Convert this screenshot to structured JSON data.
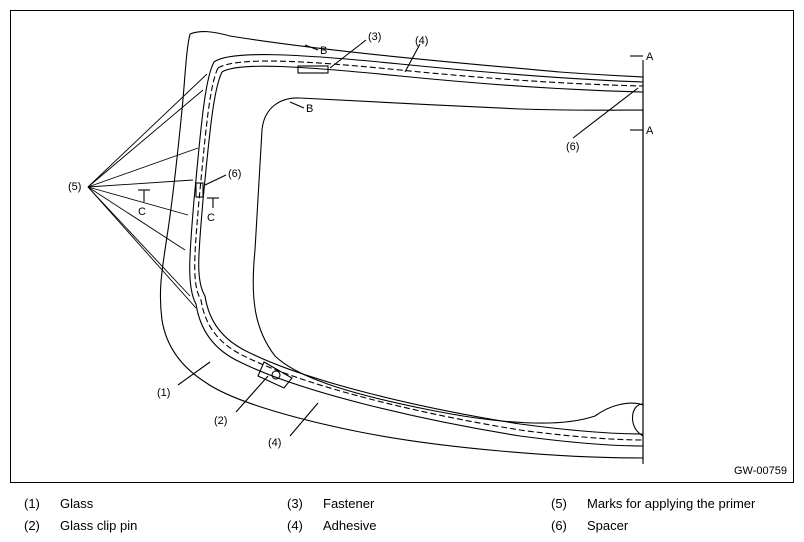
{
  "figure_code": "GW-00759",
  "callouts": {
    "glass": "(1)",
    "glass_clip_pin": "(2)",
    "fastener": "(3)",
    "adhesive_top": "(4)",
    "adhesive_bottom": "(4)",
    "primer_marks": "(5)",
    "spacer": "(6)",
    "spacer_right": "(6)"
  },
  "section_marks": {
    "a_top": "A",
    "a_bottom": "A",
    "b_top": "B",
    "b_inner": "B",
    "c_left": "C",
    "c_right": "C"
  },
  "legend": [
    {
      "num": "(1)",
      "label": "Glass"
    },
    {
      "num": "(2)",
      "label": "Glass clip pin"
    },
    {
      "num": "(3)",
      "label": "Fastener"
    },
    {
      "num": "(4)",
      "label": "Adhesive"
    },
    {
      "num": "(5)",
      "label": "Marks for applying the primer"
    },
    {
      "num": "(6)",
      "label": "Spacer"
    }
  ]
}
